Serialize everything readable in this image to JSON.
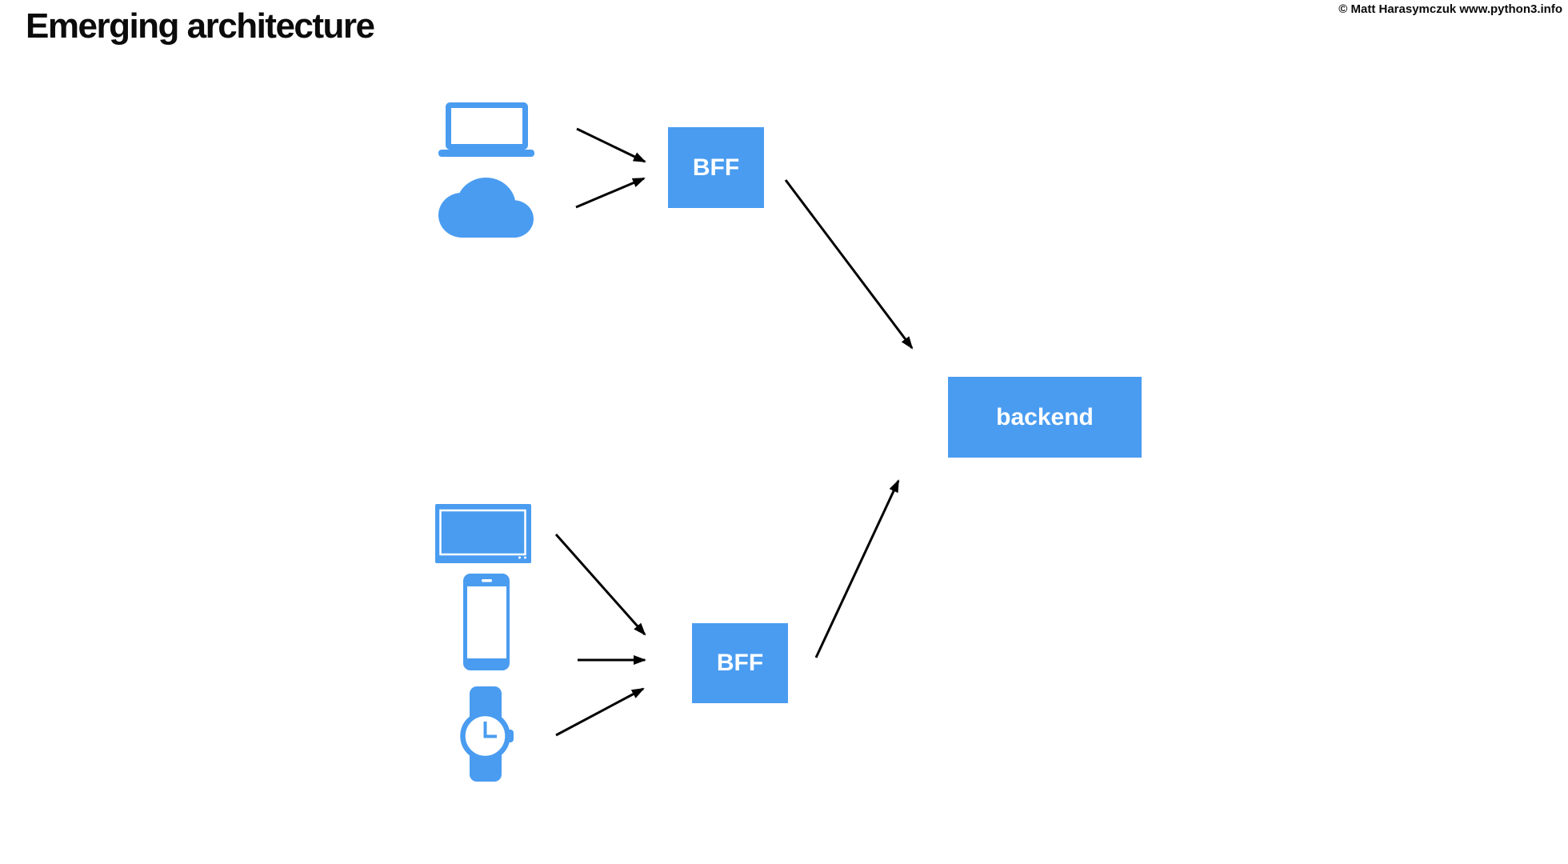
{
  "page": {
    "title": "Emerging architecture",
    "copyright": "© Matt Harasymczuk www.python3.info"
  },
  "colors": {
    "accent": "#4A9CF0",
    "arrow": "#000000",
    "background": "#FFFFFF",
    "box_text": "#FFFFFF"
  },
  "diagram": {
    "nodes": [
      {
        "id": "bff-top",
        "label": "BFF"
      },
      {
        "id": "bff-bottom",
        "label": "BFF"
      },
      {
        "id": "backend",
        "label": "backend"
      }
    ],
    "devices_top": [
      {
        "id": "laptop",
        "icon": "laptop-icon"
      },
      {
        "id": "cloud",
        "icon": "cloud-icon"
      }
    ],
    "devices_bottom": [
      {
        "id": "tv",
        "icon": "tv-icon"
      },
      {
        "id": "smartphone",
        "icon": "smartphone-icon"
      },
      {
        "id": "watch",
        "icon": "watch-icon"
      }
    ],
    "edges": [
      {
        "from": "laptop",
        "to": "bff-top"
      },
      {
        "from": "cloud",
        "to": "bff-top"
      },
      {
        "from": "bff-top",
        "to": "backend"
      },
      {
        "from": "tv",
        "to": "bff-bottom"
      },
      {
        "from": "smartphone",
        "to": "bff-bottom"
      },
      {
        "from": "watch",
        "to": "bff-bottom"
      },
      {
        "from": "bff-bottom",
        "to": "backend"
      }
    ]
  }
}
